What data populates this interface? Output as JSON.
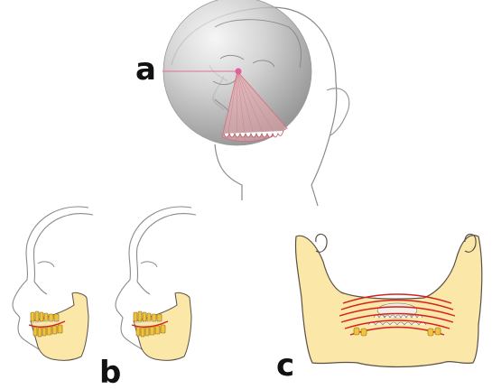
{
  "panels": [
    {
      "label": "a"
    },
    {
      "label": "b"
    },
    {
      "label": "c"
    }
  ],
  "colors": {
    "outline": "#8a8a8a",
    "bone": "#fbe7a8",
    "bone_stroke": "#5a5048",
    "teeth": "#f1c33a",
    "curve_red": "#d42020",
    "sphere": "#8c8c8c",
    "center_point": "#e0609a"
  }
}
